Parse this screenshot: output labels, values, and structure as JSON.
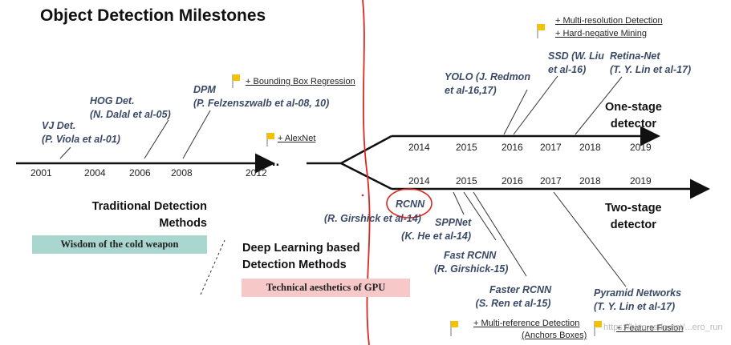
{
  "title": "Object Detection Milestones",
  "timeline_top_years": [
    "2014",
    "2015",
    "2016",
    "2017",
    "2018",
    "2019"
  ],
  "timeline_bottom_years": [
    "2014",
    "2015",
    "2016",
    "2017",
    "2018",
    "2019"
  ],
  "timeline_left_years": [
    "2001",
    "2004",
    "2006",
    "2008",
    "2012"
  ],
  "ellipsis": "...",
  "detectors": {
    "vj": [
      "VJ Det.",
      "(P. Viola et al-01)"
    ],
    "hog": [
      "HOG Det.",
      "(N. Dalal et al-05)"
    ],
    "dpm": [
      "DPM",
      "(P. Felzenszwalb et al-08, 10)"
    ],
    "yolo": [
      "YOLO (J. Redmon",
      "et al-16,17)"
    ],
    "ssd": [
      "SSD (W. Liu",
      "et al-16)"
    ],
    "retina": [
      "Retina-Net",
      "(T. Y. Lin et al-17)"
    ],
    "rcnn": "RCNN",
    "rcnn_author": "(R. Girshick et al-14)",
    "spp": [
      "SPPNet",
      "(K. He et al-14)"
    ],
    "fast": [
      "Fast RCNN",
      "(R. Girshick-15)"
    ],
    "faster": [
      "Faster RCNN",
      "(S. Ren et al-15)"
    ],
    "fpn": [
      "Pyramid Networks",
      "(T. Y. Lin et al-17)"
    ]
  },
  "notes": {
    "bbox": "+ Bounding Box Regression",
    "alexnet": "+ AlexNet",
    "multires": "+ Multi-resolution Detection",
    "hardneg": "+ Hard-negative Mining",
    "multiref": "+ Multi-reference Detection",
    "anchors": "(Anchors Boxes)",
    "fusion": "+ Feature Fusion"
  },
  "headings": {
    "one_stage": [
      "One-stage",
      "detector"
    ],
    "two_stage": [
      "Two-stage",
      "detector"
    ],
    "traditional": [
      "Traditional Detection",
      "Methods"
    ],
    "deep": [
      "Deep Learning based",
      "Detection Methods"
    ]
  },
  "tags": {
    "cold": "Wisdom of the cold weapon",
    "gpu": "Technical aesthetics of GPU"
  },
  "watermark": "https://blog.csdn.net/...ero_run",
  "colors": {
    "cold_tag_bg": "#a9d7d0",
    "gpu_tag_bg": "#f6c8c8",
    "flag": "#f2c200",
    "annotation_red": "#e0261c",
    "author_text": "#3a4a66"
  }
}
